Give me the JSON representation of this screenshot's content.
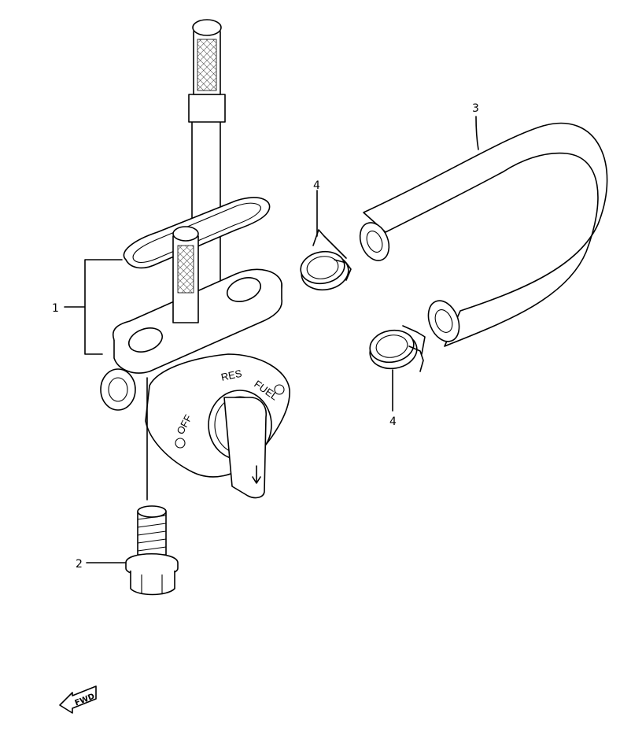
{
  "callouts": {
    "p1": "1",
    "p2": "2",
    "p3": "3",
    "p4_top": "4",
    "p4_bottom": "4"
  },
  "valve_dial": {
    "off": "OFF",
    "res": "RES",
    "fuel": "FUEL"
  },
  "fwd_label": "FWD"
}
